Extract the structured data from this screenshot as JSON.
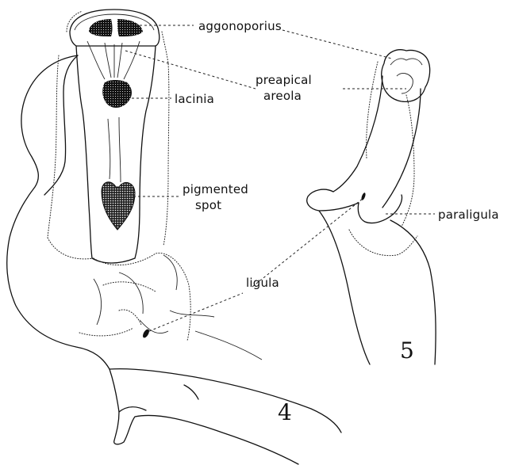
{
  "labels": {
    "aggonoporius": "aggonoporius",
    "preapical_line1": "preapical",
    "preapical_line2": "areola",
    "lacinia": "lacinia",
    "pigmented_line1": "pigmented",
    "pigmented_line2": "spot",
    "paraligula": "paraligula",
    "ligula": "ligula"
  },
  "figure_numbers": {
    "fig4": "4",
    "fig5": "5"
  },
  "colors": {
    "ink": "#111111",
    "background": "#ffffff"
  }
}
